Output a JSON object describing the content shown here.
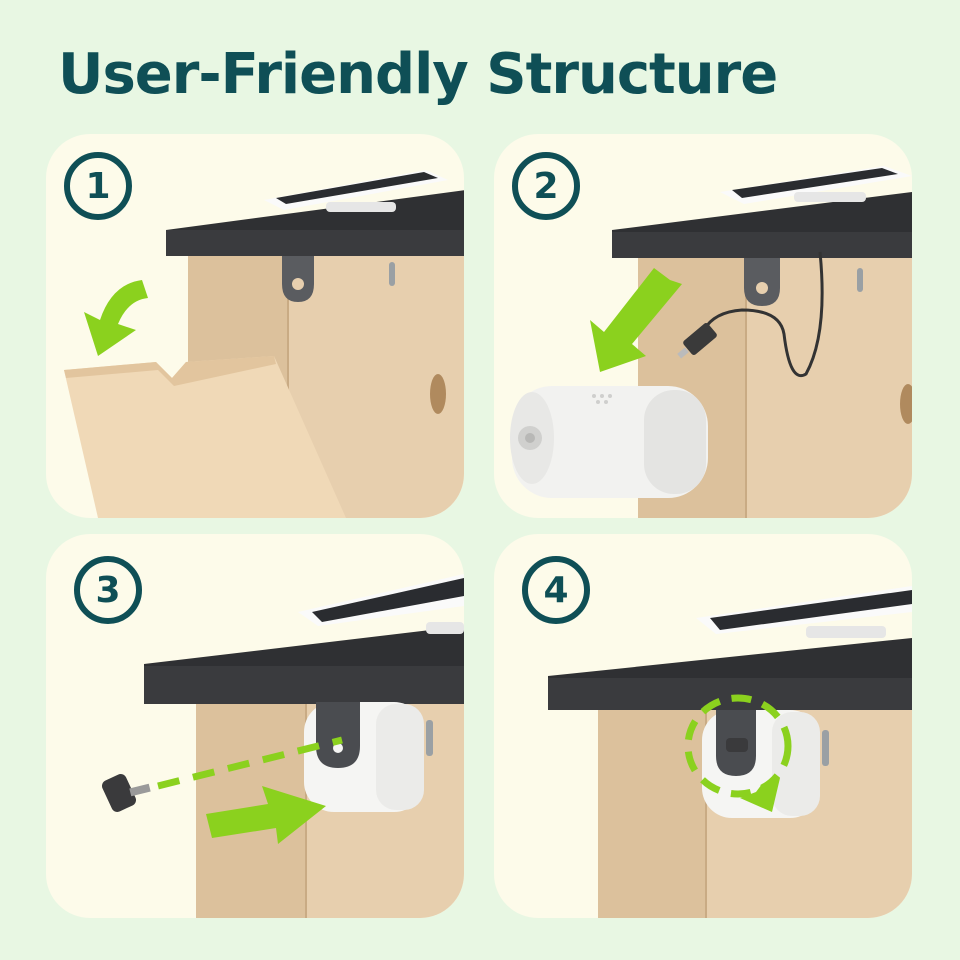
{
  "header": {
    "title": "User-Friendly Structure"
  },
  "steps": [
    {
      "number": "1",
      "icon": "open-front-panel-icon"
    },
    {
      "number": "2",
      "icon": "insert-camera-icon"
    },
    {
      "number": "3",
      "icon": "insert-screw-icon"
    },
    {
      "number": "4",
      "icon": "rotate-lock-icon"
    }
  ],
  "colors": {
    "title": "#0f4f56",
    "panel": "#fdfbea",
    "background": "#e8f7e3",
    "arrow": "#8bd11e",
    "roof": "#2f3033",
    "wood": "#e7cfae",
    "camera": "#f2f2f0"
  }
}
